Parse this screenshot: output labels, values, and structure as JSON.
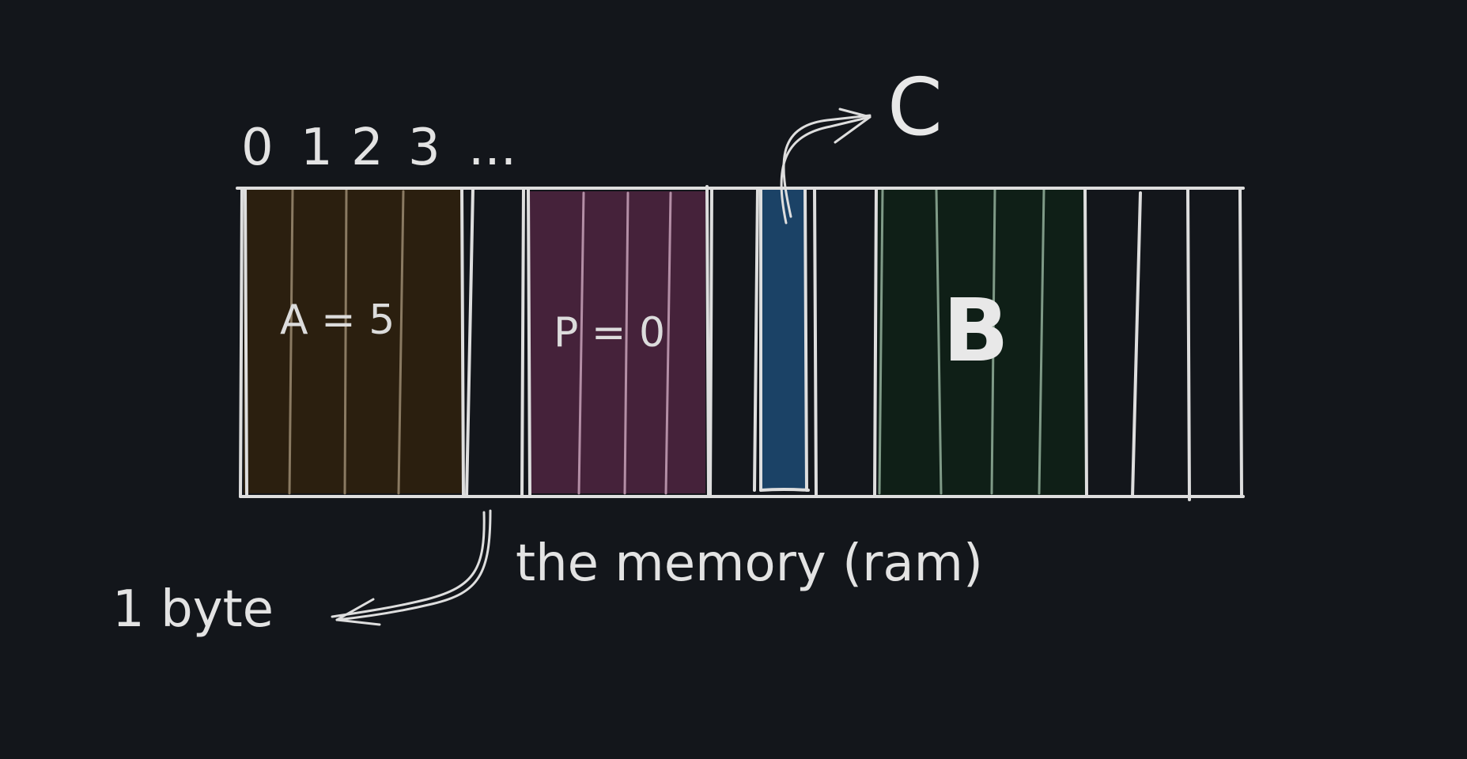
{
  "diagram": {
    "byte_indices": [
      "0",
      "1",
      "2",
      "3",
      "..."
    ],
    "cells": {
      "a": {
        "label": "A = 5",
        "fill": "#2b1f0f",
        "line": "#8a7a62"
      },
      "p": {
        "label": "P = 0",
        "fill": "#45223a",
        "line": "#b48fa6"
      },
      "c": {
        "label": "C",
        "fill": "#1b4266"
      },
      "b": {
        "label": "B",
        "fill": "#0f1f17",
        "line": "#7f9a87"
      }
    },
    "memory_caption": "the memory (ram)",
    "byte_caption": "1 byte",
    "colors": {
      "background": "#13161b",
      "stroke": "#dedede"
    }
  }
}
